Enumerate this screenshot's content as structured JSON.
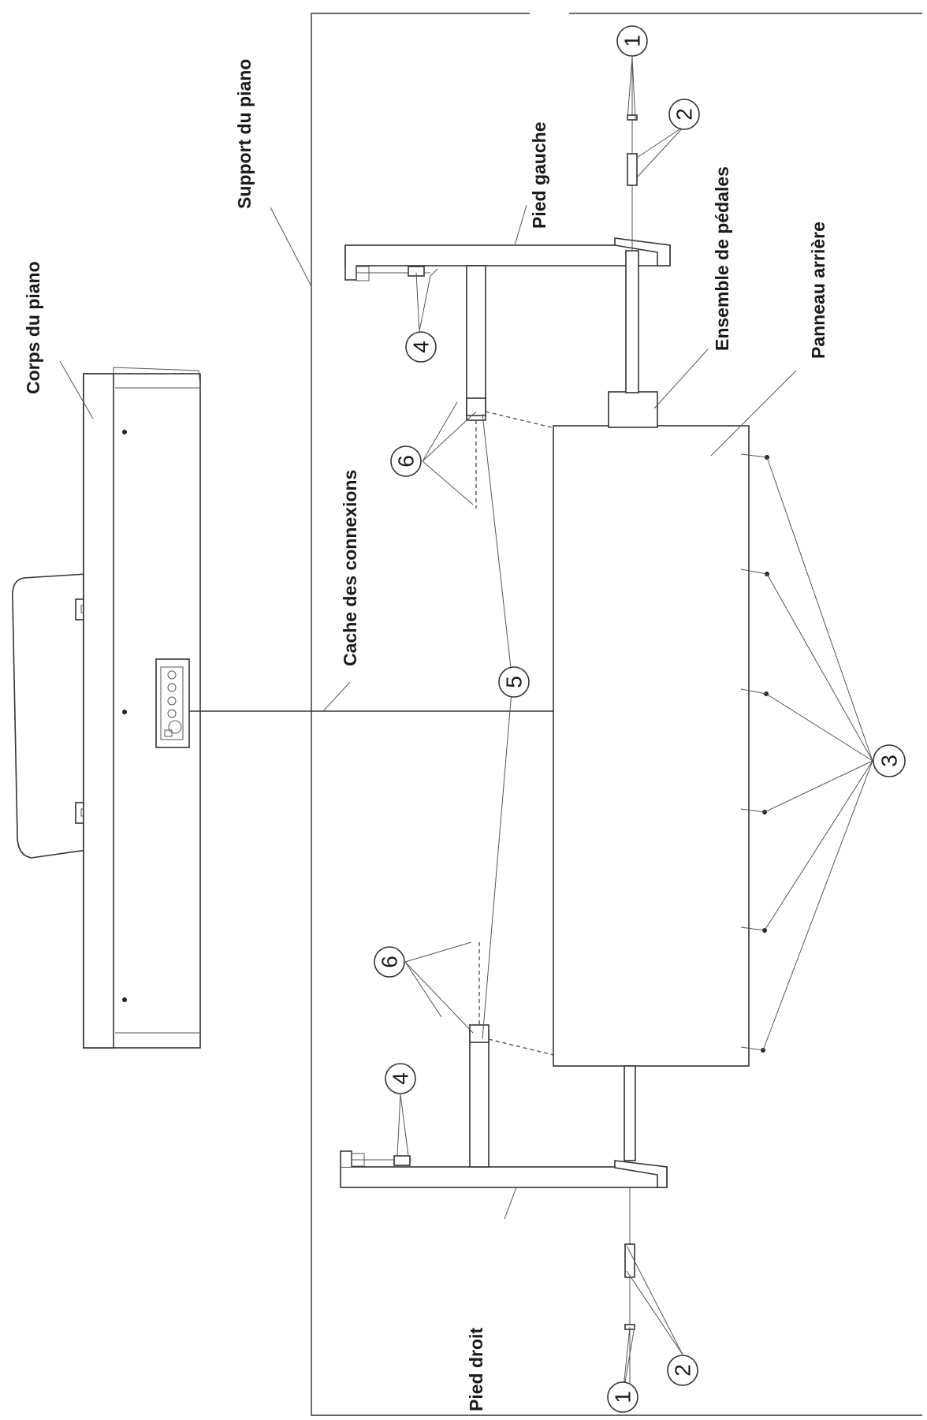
{
  "labels": {
    "piano_body": "Corps du piano",
    "piano_stand": "Support du piano",
    "left_leg": "Pied gauche",
    "pedal_assembly": "Ensemble de pédales",
    "back_panel": "Panneau arrière",
    "connection_cover": "Cache des connexions",
    "right_leg": "Pied droit"
  },
  "callouts": {
    "n1": "1",
    "n2": "2",
    "n3": "3",
    "n4": "4",
    "n5": "5",
    "n6": "6"
  }
}
